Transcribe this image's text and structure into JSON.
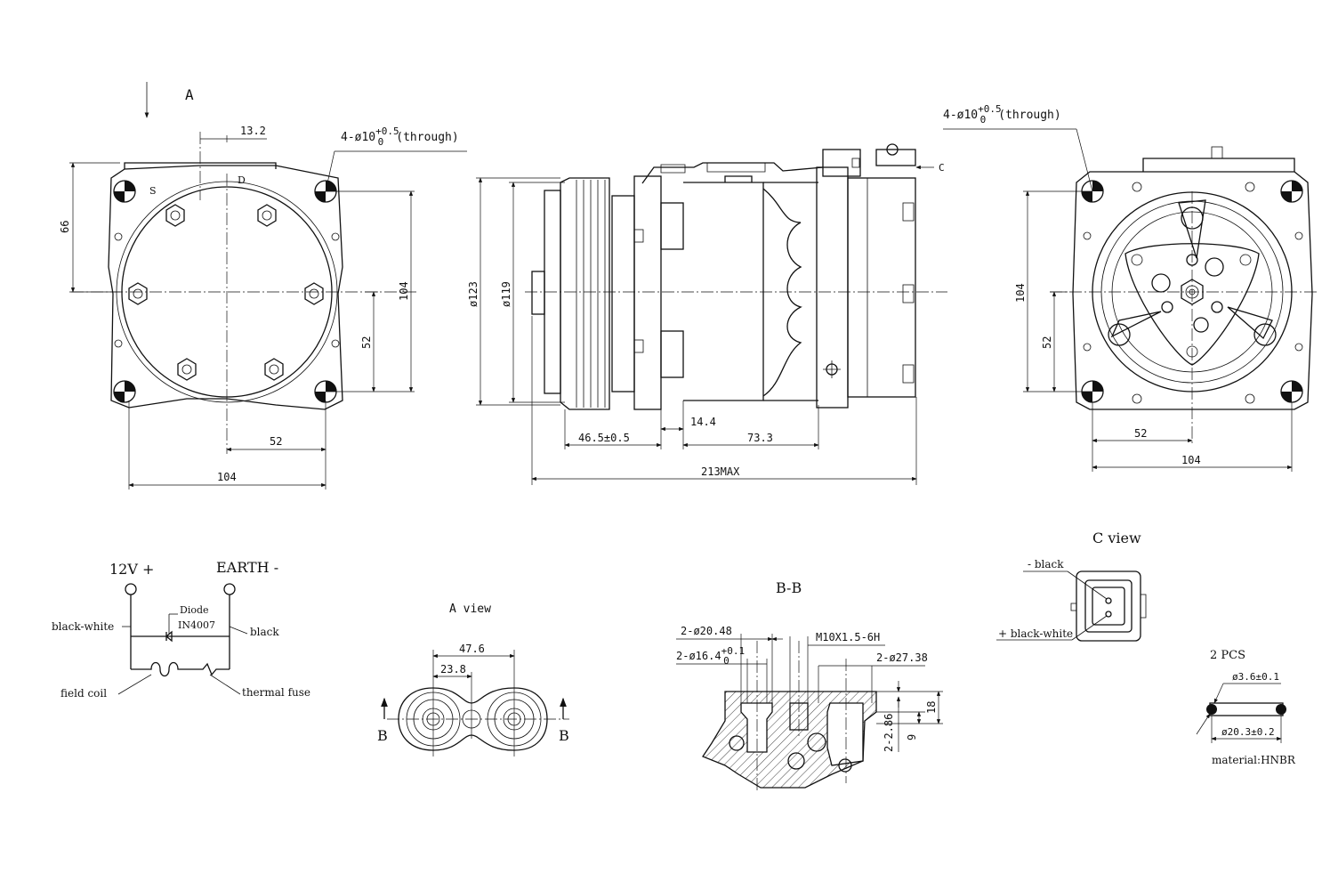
{
  "views": {
    "front": {
      "title": "A",
      "dims": {
        "offset": "13.2",
        "mount_holes_main": "4-ø10",
        "mount_holes_sup": "+0.5",
        "mount_holes_sub": "0",
        "mount_holes_note": "(through)",
        "height_upper": "66",
        "height_total": "104",
        "height_half": "52",
        "width_half": "52",
        "width_total": "104"
      },
      "ports": {
        "suction": "S",
        "discharge": "D"
      }
    },
    "side": {
      "dims": {
        "pulley_outer": "ø123",
        "pulley_inner": "ø119",
        "hub_len": "46.5±0.5",
        "flange_len": "14.4",
        "body_len": "73.3",
        "overall_len": "213MAX"
      },
      "view_arrow": "C"
    },
    "rear": {
      "dims": {
        "mount_holes_main": "4-ø10",
        "mount_holes_sup": "+0.5",
        "mount_holes_sub": "0",
        "mount_holes_note": "(through)",
        "height_total": "104",
        "height_half": "52",
        "width_half": "52",
        "width_total": "104"
      }
    },
    "wiring": {
      "positive": "12V +",
      "earth": "EARTH -",
      "diode_label": "Diode",
      "diode_part": "IN4007",
      "wire_left": "black-white",
      "wire_right": "black",
      "coil": "field coil",
      "fuse": "thermal fuse"
    },
    "a_view": {
      "title": "A view",
      "dims": {
        "port_spacing": "47.6",
        "half_spacing": "23.8"
      },
      "section": "B"
    },
    "bb_section": {
      "title": "B-B",
      "dims": {
        "bore_large": "2-ø20.48",
        "bore_small_main": "2-ø16.4",
        "bore_small_sup": "+0.1",
        "bore_small_sub": "0",
        "thread": "M10X1.5-6H",
        "bore_outer": "2-ø27.38",
        "depth_total": "18",
        "depth_step": "9",
        "step_height": "2-2.86"
      }
    },
    "c_view": {
      "title": "C view",
      "pin_top": "- black",
      "pin_bottom": "+ black-white"
    },
    "oring": {
      "qty": "2 PCS",
      "cross_section": "ø3.6±0.1",
      "inner_dia": "ø20.3±0.2",
      "material": "material:HNBR"
    }
  }
}
